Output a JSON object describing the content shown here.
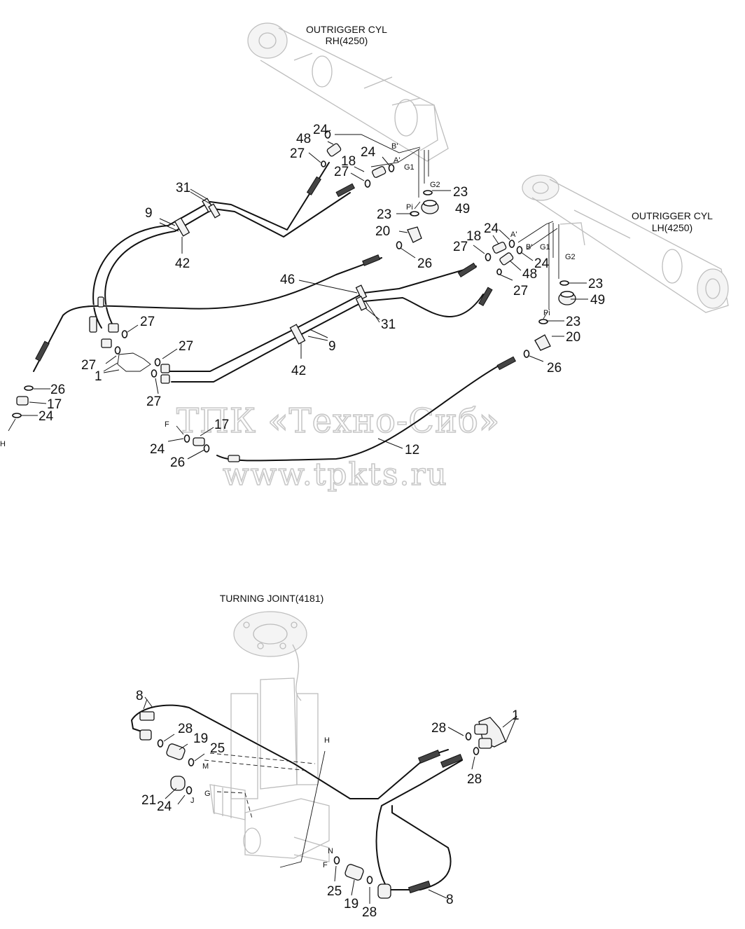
{
  "component_titles": {
    "rh_cylinder_line1": "OUTRIGGER CYL",
    "rh_cylinder_line2": "RH(4250)",
    "lh_cylinder_line1": "OUTRIGGER CYL",
    "lh_cylinder_line2": "LH(4250)",
    "turning_joint": "TURNING JOINT(4181)"
  },
  "watermark": {
    "company": "ТПК «Техно-Сиб»",
    "website": "www.tpkts.ru"
  },
  "port_labels": {
    "rh_b": "B'",
    "rh_a": "A'",
    "rh_g1": "G1",
    "rh_g2": "G2",
    "rh_pi": "Pi",
    "lh_a": "A'",
    "lh_b": "B'",
    "lh_g1": "G1",
    "lh_g2": "G2",
    "lh_pi": "Pi",
    "h_left": "H",
    "f_mid": "F",
    "h_bottom": "H",
    "m": "M",
    "g": "G",
    "j": "J",
    "n": "N",
    "f_bottom": "F"
  },
  "callouts": {
    "c24_a": "24",
    "c48_a": "48",
    "c27_a": "27",
    "c24_b": "24",
    "c18_a": "18",
    "c27_b": "27",
    "c23_a": "23",
    "c23_b": "23",
    "c49_a": "49",
    "c20_a": "20",
    "c26_a": "26",
    "c31_a": "31",
    "c9_a": "9",
    "c42_a": "42",
    "c46": "46",
    "c24_c": "24",
    "c18_b": "18",
    "c27_c": "27",
    "c24_d": "24",
    "c48_b": "48",
    "c27_d": "27",
    "c23_c": "23",
    "c49_b": "49",
    "c23_d": "23",
    "c20_b": "20",
    "c26_b": "26",
    "c31_b": "31",
    "c9_b": "9",
    "c42_b": "42",
    "c27_e": "27",
    "c27_f": "27",
    "c27_g": "27",
    "c1_a": "1",
    "c27_h": "27",
    "c26_c": "26",
    "c17_a": "17",
    "c24_e": "24",
    "c17_b": "17",
    "c24_f": "24",
    "c26_d": "26",
    "c12": "12",
    "c8_a": "8",
    "c28_a": "28",
    "c19_a": "19",
    "c25_a": "25",
    "c21": "21",
    "c24_g": "24",
    "c28_b": "28",
    "c1_b": "1",
    "c28_c": "28",
    "c25_b": "25",
    "c19_b": "19",
    "c28_d": "28",
    "c8_b": "8"
  }
}
